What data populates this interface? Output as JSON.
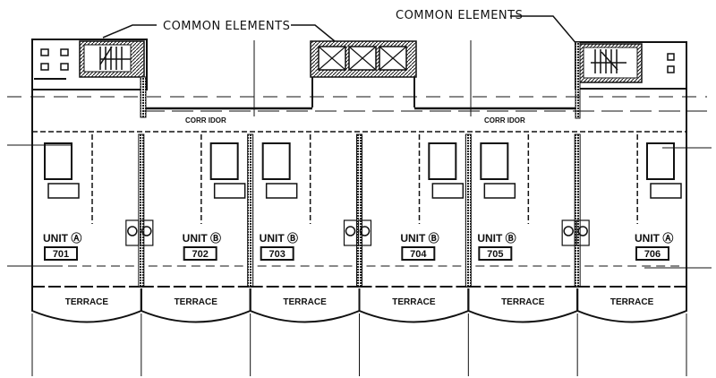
{
  "drawing": {
    "type": "architectural floor plan",
    "callouts": [
      {
        "text": "COMMON ELEMENTS"
      },
      {
        "text": "COMMON ELEMENTS"
      }
    ],
    "corridor_labels": [
      "CORR IDOR",
      "CORR IDOR"
    ],
    "units": [
      {
        "type_label": "UNIT",
        "type": "A",
        "number": "701",
        "terrace": "TERRACE"
      },
      {
        "type_label": "UNIT",
        "type": "B",
        "number": "702",
        "terrace": "TERRACE"
      },
      {
        "type_label": "UNIT",
        "type": "B",
        "number": "703",
        "terrace": "TERRACE"
      },
      {
        "type_label": "UNIT",
        "type": "B",
        "number": "704",
        "terrace": "TERRACE"
      },
      {
        "type_label": "UNIT",
        "type": "B",
        "number": "705",
        "terrace": "TERRACE"
      },
      {
        "type_label": "UNIT",
        "type": "A",
        "number": "706",
        "terrace": "TERRACE"
      }
    ],
    "colors": {
      "ink": "#111111",
      "paper": "#ffffff"
    }
  }
}
